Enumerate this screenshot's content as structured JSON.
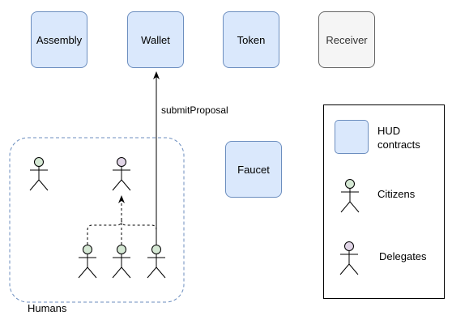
{
  "contracts": {
    "assembly": "Assembly",
    "wallet": "Wallet",
    "token": "Token",
    "receiver": "Receiver",
    "faucet": "Faucet"
  },
  "edge_label": "submitProposal",
  "humans_group_label": "Humans",
  "legend": {
    "hud_contracts": "HUD\ncontracts",
    "citizens": "Citizens",
    "delegates": "Delegates"
  },
  "colors": {
    "hud_fill": "#dae8fc",
    "hud_stroke": "#6c8ebf",
    "receiver_fill": "#f5f5f5",
    "citizen_head": "#d5e8d4",
    "delegate_head": "#e1d5e7"
  }
}
